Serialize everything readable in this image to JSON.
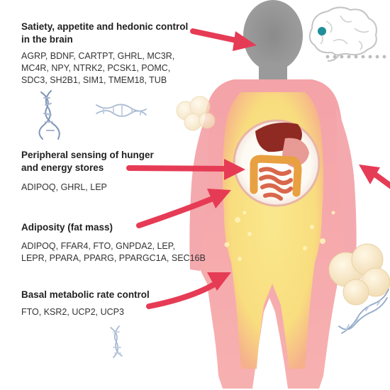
{
  "sections": [
    {
      "heading_lines": [
        "Satiety, appetite and hedonic control",
        "in the brain"
      ],
      "gene_lines": [
        "AGRP, BDNF, CARTPT, GHRL, MC3R,",
        "MC4R, NPY, NTRK2, PCSK1,  POMC,",
        "SDC3, SH2B1, SIM1, TMEM18, TUB"
      ]
    },
    {
      "heading_lines": [
        "Peripheral sensing of hunger",
        "and energy stores"
      ],
      "gene_lines": [
        "ADIPOQ, GHRL, LEP"
      ]
    },
    {
      "heading_lines": [
        "Adiposity (fat mass)"
      ],
      "gene_lines": [
        "ADIPOQ, FFAR4, FTO, GNPDA2, LEP,",
        "LEPR, PPARA, PPARG, PPARGC1A, SEC16B"
      ]
    },
    {
      "heading_lines": [
        "Basal metabolic rate control"
      ],
      "gene_lines": [
        "FTO, KSR2, UCP2, UCP3"
      ]
    }
  ],
  "icons": [
    "brain-icon",
    "dna-icon",
    "fat-cell-icon",
    "organ-icon"
  ],
  "colors": {
    "arrow": "#e63b55",
    "body_outer": "#f5a0a6",
    "body_inner": "#f7e27a",
    "text": "#222222",
    "brain_dot": "#1e8f9a"
  }
}
